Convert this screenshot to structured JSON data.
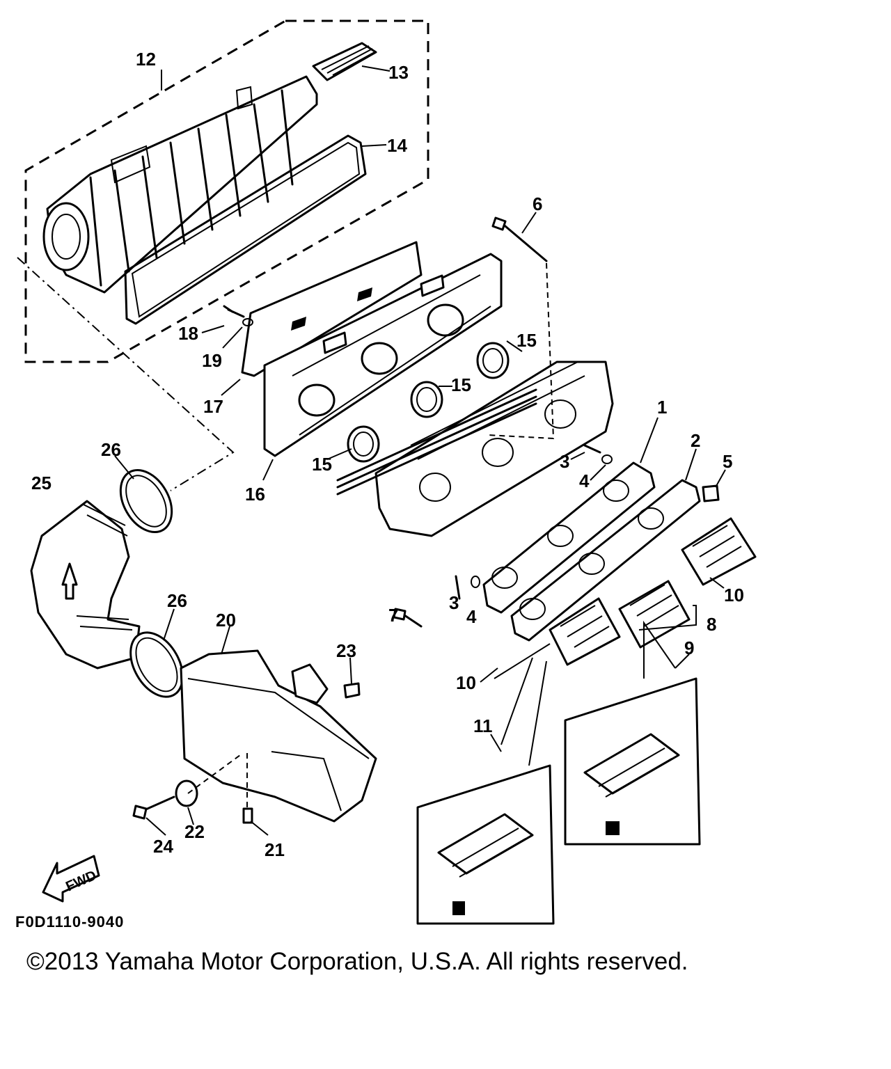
{
  "callouts": [
    "1",
    "2",
    "3",
    "3",
    "4",
    "4",
    "5",
    "6",
    "7",
    "8",
    "9",
    "10",
    "10",
    "11",
    "12",
    "13",
    "14",
    "15",
    "15",
    "15",
    "16",
    "17",
    "18",
    "19",
    "20",
    "21",
    "22",
    "23",
    "24",
    "25",
    "26",
    "26"
  ],
  "fwd_label": "FWD",
  "drawing_code": "F0D1110-9040",
  "copyright": "©2013 Yamaha Motor Corporation, U.S.A. All rights reserved."
}
